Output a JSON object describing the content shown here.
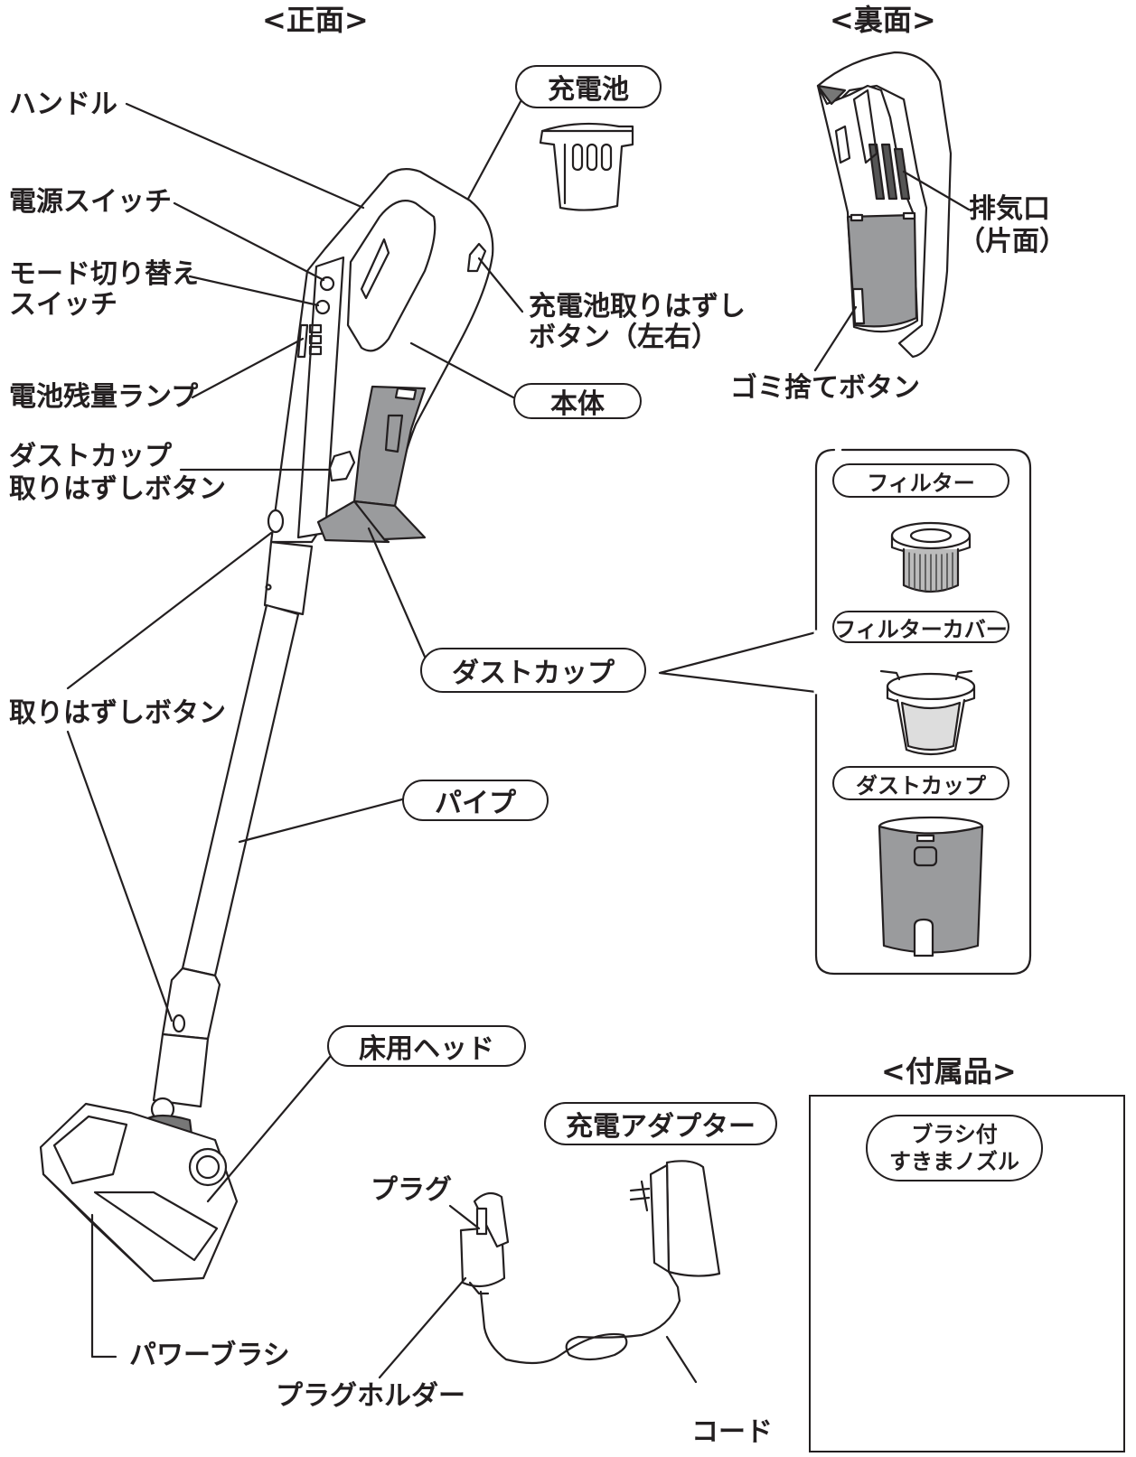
{
  "views": {
    "front_title": "<正面>",
    "back_title": "<裏面>",
    "accessory_title": "<付属品>"
  },
  "labels": {
    "handle": "ハンドル",
    "power_switch": "電源スイッチ",
    "mode_switch_1": "モード切り替え",
    "mode_switch_2": "スイッチ",
    "battery_lamp": "電池残量ランプ",
    "dustcup_release_1": "ダストカップ",
    "dustcup_release_2": "取りはずしボタン",
    "release_button": "取りはずしボタン",
    "battery_release_1": "充電池取りはずし",
    "battery_release_2": "ボタン（左右）",
    "exhaust_1": "排気口",
    "exhaust_2": "（片面）",
    "dust_dispose_button": "ゴミ捨てボタン",
    "power_brush": "パワーブラシ",
    "plug": "プラグ",
    "plug_holder": "プラグホルダー",
    "cord": "コード"
  },
  "pills": {
    "battery": "充電池",
    "body": "本体",
    "dust_cup": "ダストカップ",
    "pipe": "パイプ",
    "floor_head": "床用ヘッド",
    "charger": "充電アダプター",
    "filter": "フィルター",
    "filter_cover": "フィルターカバー",
    "dust_cup_small": "ダストカップ",
    "crevice_1": "ブラシ付",
    "crevice_2": "すきまノズル"
  }
}
